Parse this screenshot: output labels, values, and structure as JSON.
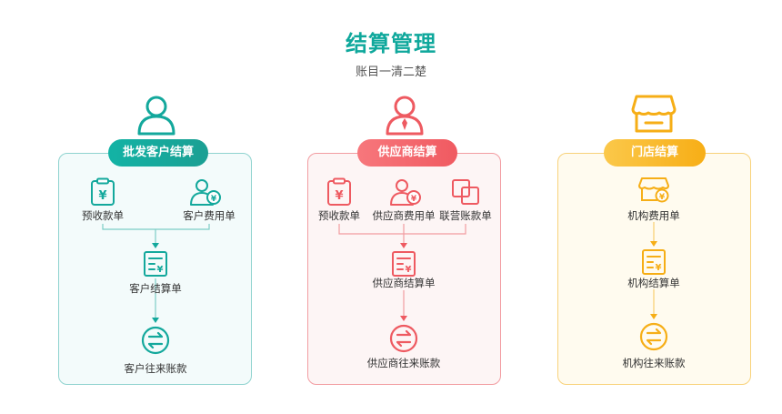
{
  "header": {
    "title": "结算管理",
    "subtitle": "账目一清二楚"
  },
  "colors": {
    "teal": "#13a89c",
    "red": "#ee5a61",
    "orange": "#f6ae16"
  },
  "columns": [
    {
      "heading": "批发客户结算",
      "items": {
        "a": "预收款单",
        "b": "客户费用单",
        "settle": "客户结算单",
        "ledger": "客户往来账款"
      }
    },
    {
      "heading": "供应商结算",
      "items": {
        "a": "预收款单",
        "b": "供应商费用单",
        "c": "联营账款单",
        "settle": "供应商结算单",
        "ledger": "供应商往来账款"
      }
    },
    {
      "heading": "门店结算",
      "items": {
        "b": "机构费用单",
        "settle": "机构结算单",
        "ledger": "机构往来账款"
      }
    }
  ]
}
